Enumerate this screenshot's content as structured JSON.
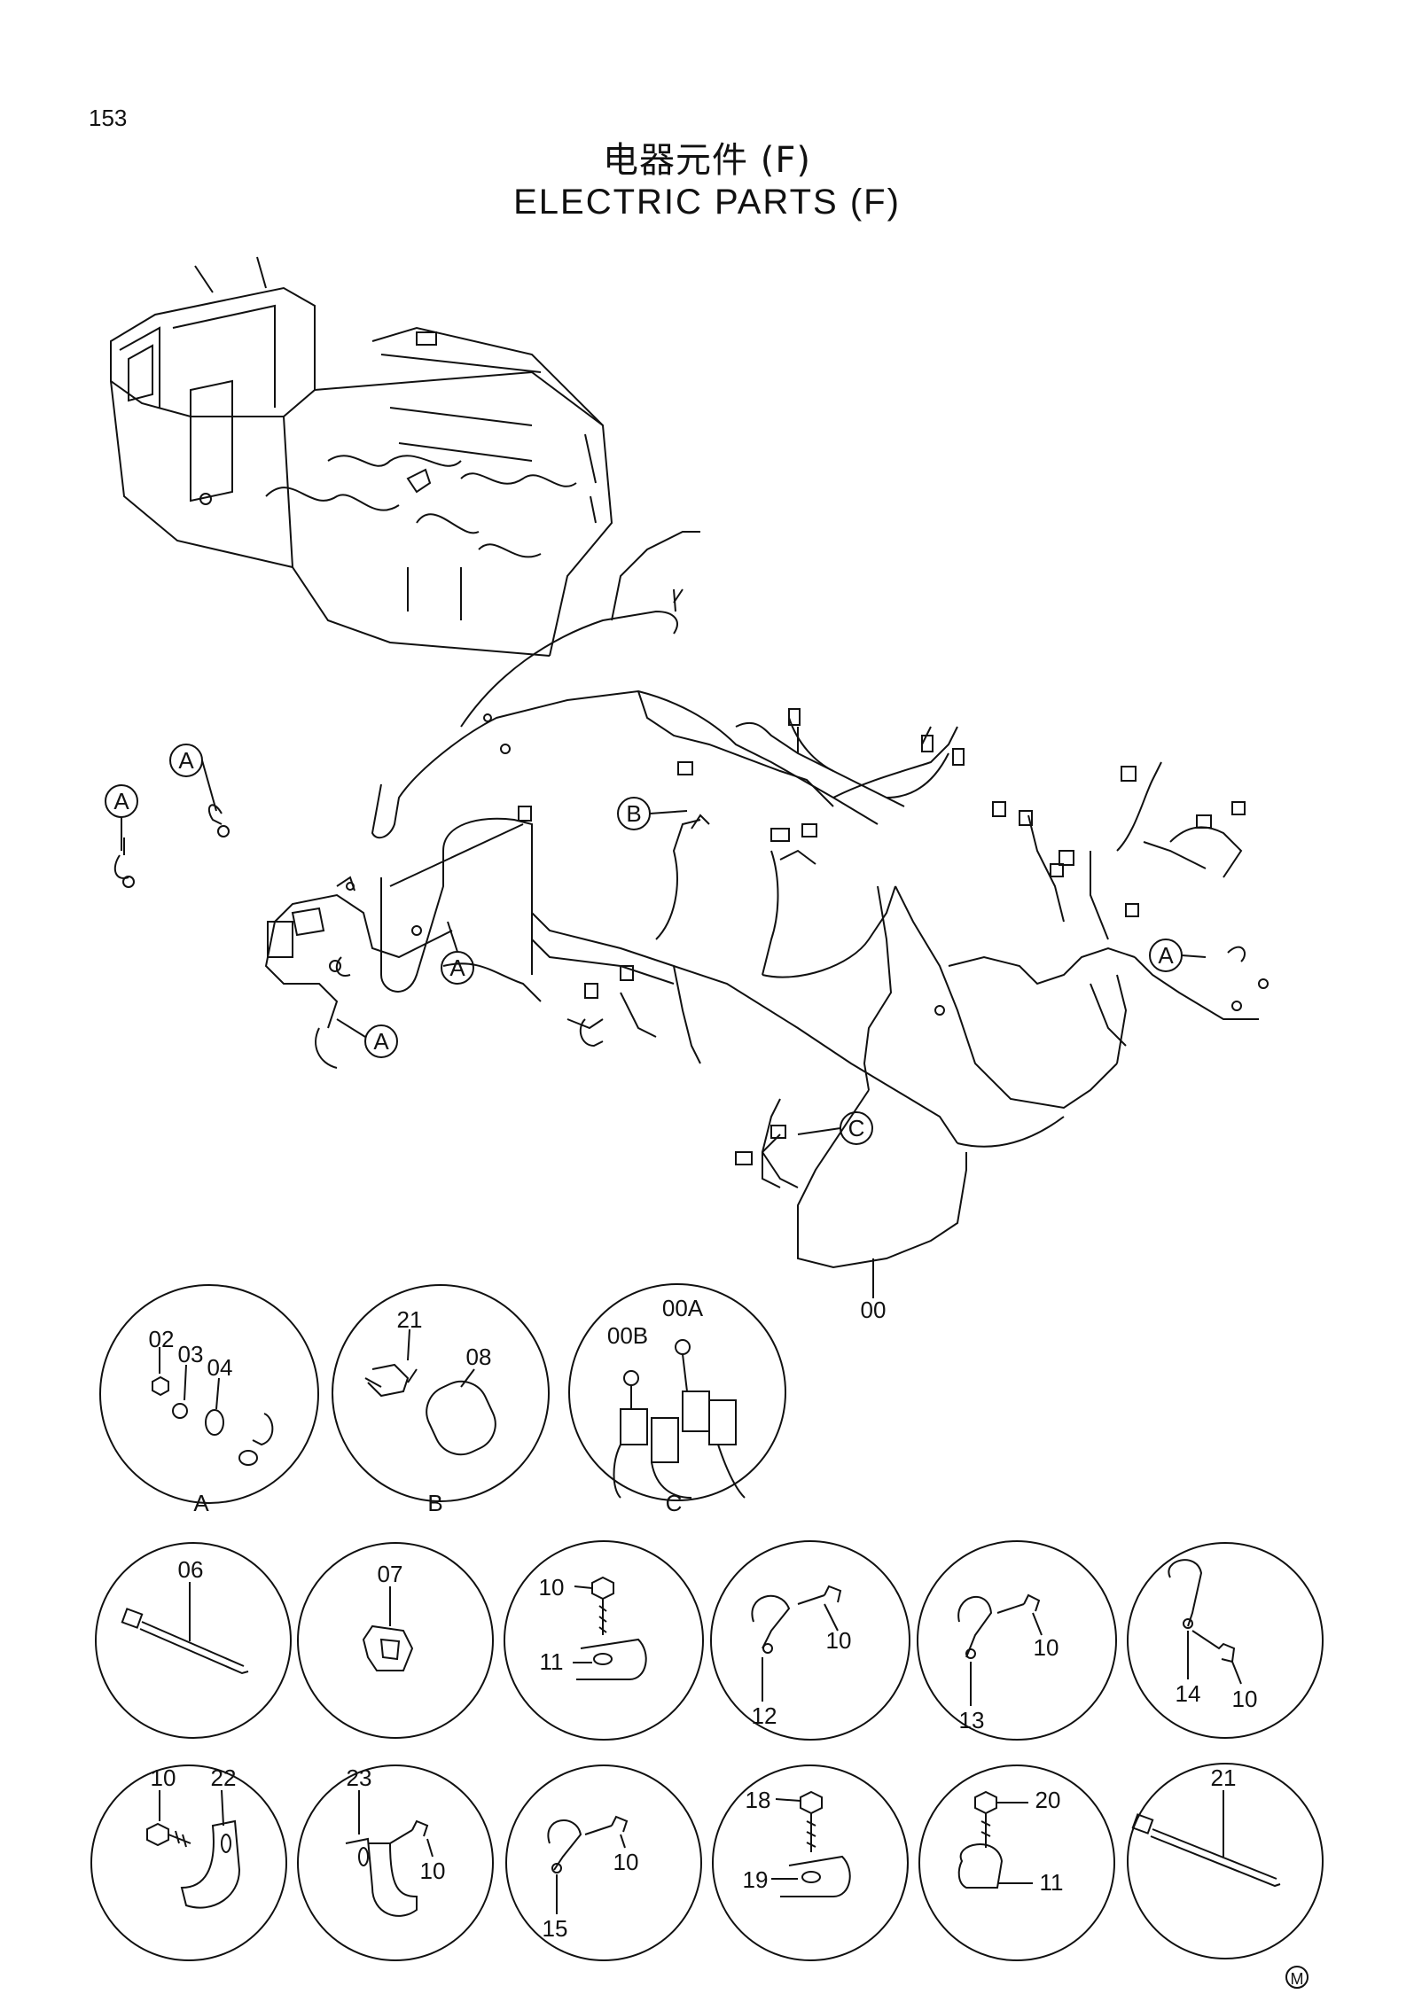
{
  "header": {
    "page_number": "153",
    "title_cn": "电器元件 (F)",
    "title_en": "ELECTRIC PARTS (F)"
  },
  "harness": {
    "callout_a1": "A",
    "callout_a2": "A",
    "callout_a3": "A",
    "callout_a4": "A",
    "callout_a5": "A",
    "callout_b": "B",
    "callout_c": "C",
    "part_00": "00"
  },
  "details": {
    "a": {
      "label": "A",
      "parts": [
        "02",
        "03",
        "04"
      ]
    },
    "b": {
      "label": "B",
      "parts": [
        "21",
        "08"
      ]
    },
    "c": {
      "label": "C",
      "parts": [
        "00A",
        "00B"
      ]
    },
    "r1c1": [
      "06"
    ],
    "r1c2": [
      "07"
    ],
    "r1c3": [
      "10",
      "11"
    ],
    "r1c4": [
      "10",
      "12"
    ],
    "r1c5": [
      "10",
      "13"
    ],
    "r1c6": [
      "14",
      "10"
    ],
    "r2c1": [
      "10",
      "22"
    ],
    "r2c2": [
      "23",
      "10"
    ],
    "r2c3": [
      "10",
      "15"
    ],
    "r2c4": [
      "18",
      "19"
    ],
    "r2c5": [
      "20",
      "11"
    ],
    "r2c6": [
      "21"
    ]
  },
  "footer": {
    "mark": "M"
  }
}
